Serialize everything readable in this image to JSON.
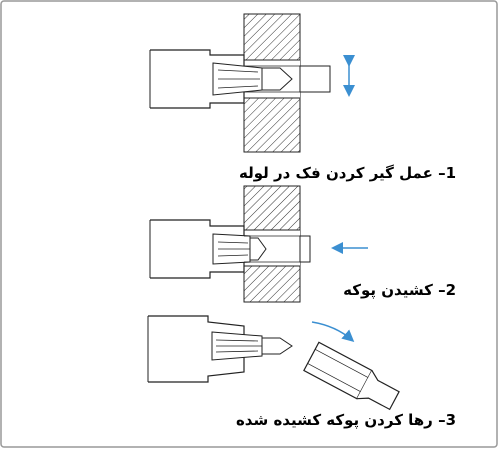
{
  "steps": [
    {
      "number": "1",
      "dash": "–",
      "caption": "عمل گیر کردن فک در لوله"
    },
    {
      "number": "2",
      "dash": "–",
      "caption": "کشیدن پوکه"
    },
    {
      "number": "3",
      "dash": "–",
      "caption": "رها کردن پوکه کشیده شده"
    }
  ],
  "colors": {
    "line": "#222222",
    "arrow": "#3b8fd1",
    "border": "#999999"
  }
}
